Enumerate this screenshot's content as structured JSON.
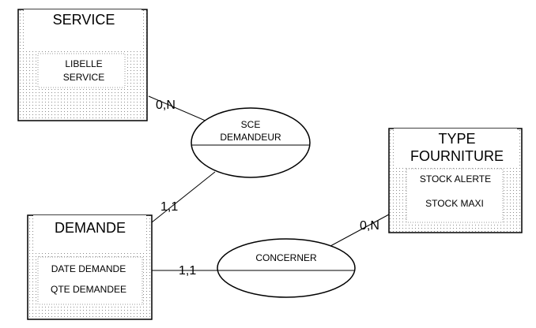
{
  "entities": {
    "service": {
      "name": "SERVICE",
      "attributes": [
        "LIBELLE",
        "SERVICE"
      ]
    },
    "demande": {
      "name": "DEMANDE",
      "attributes": [
        "DATE DEMANDE",
        "QTE DEMANDEE"
      ]
    },
    "type_fourniture": {
      "name": [
        "TYPE",
        "FOURNITURE"
      ],
      "attributes": [
        "STOCK ALERTE",
        "STOCK MAXI"
      ]
    }
  },
  "relations": {
    "sce_demandeur": {
      "name": [
        "SCE",
        "DEMANDEUR"
      ]
    },
    "concerner": {
      "name": "CONCERNER"
    }
  },
  "cardinalities": {
    "service_sce": "0,N",
    "demande_sce": "1,1",
    "demande_concerner": "1,1",
    "type_concerner": "0,N"
  }
}
